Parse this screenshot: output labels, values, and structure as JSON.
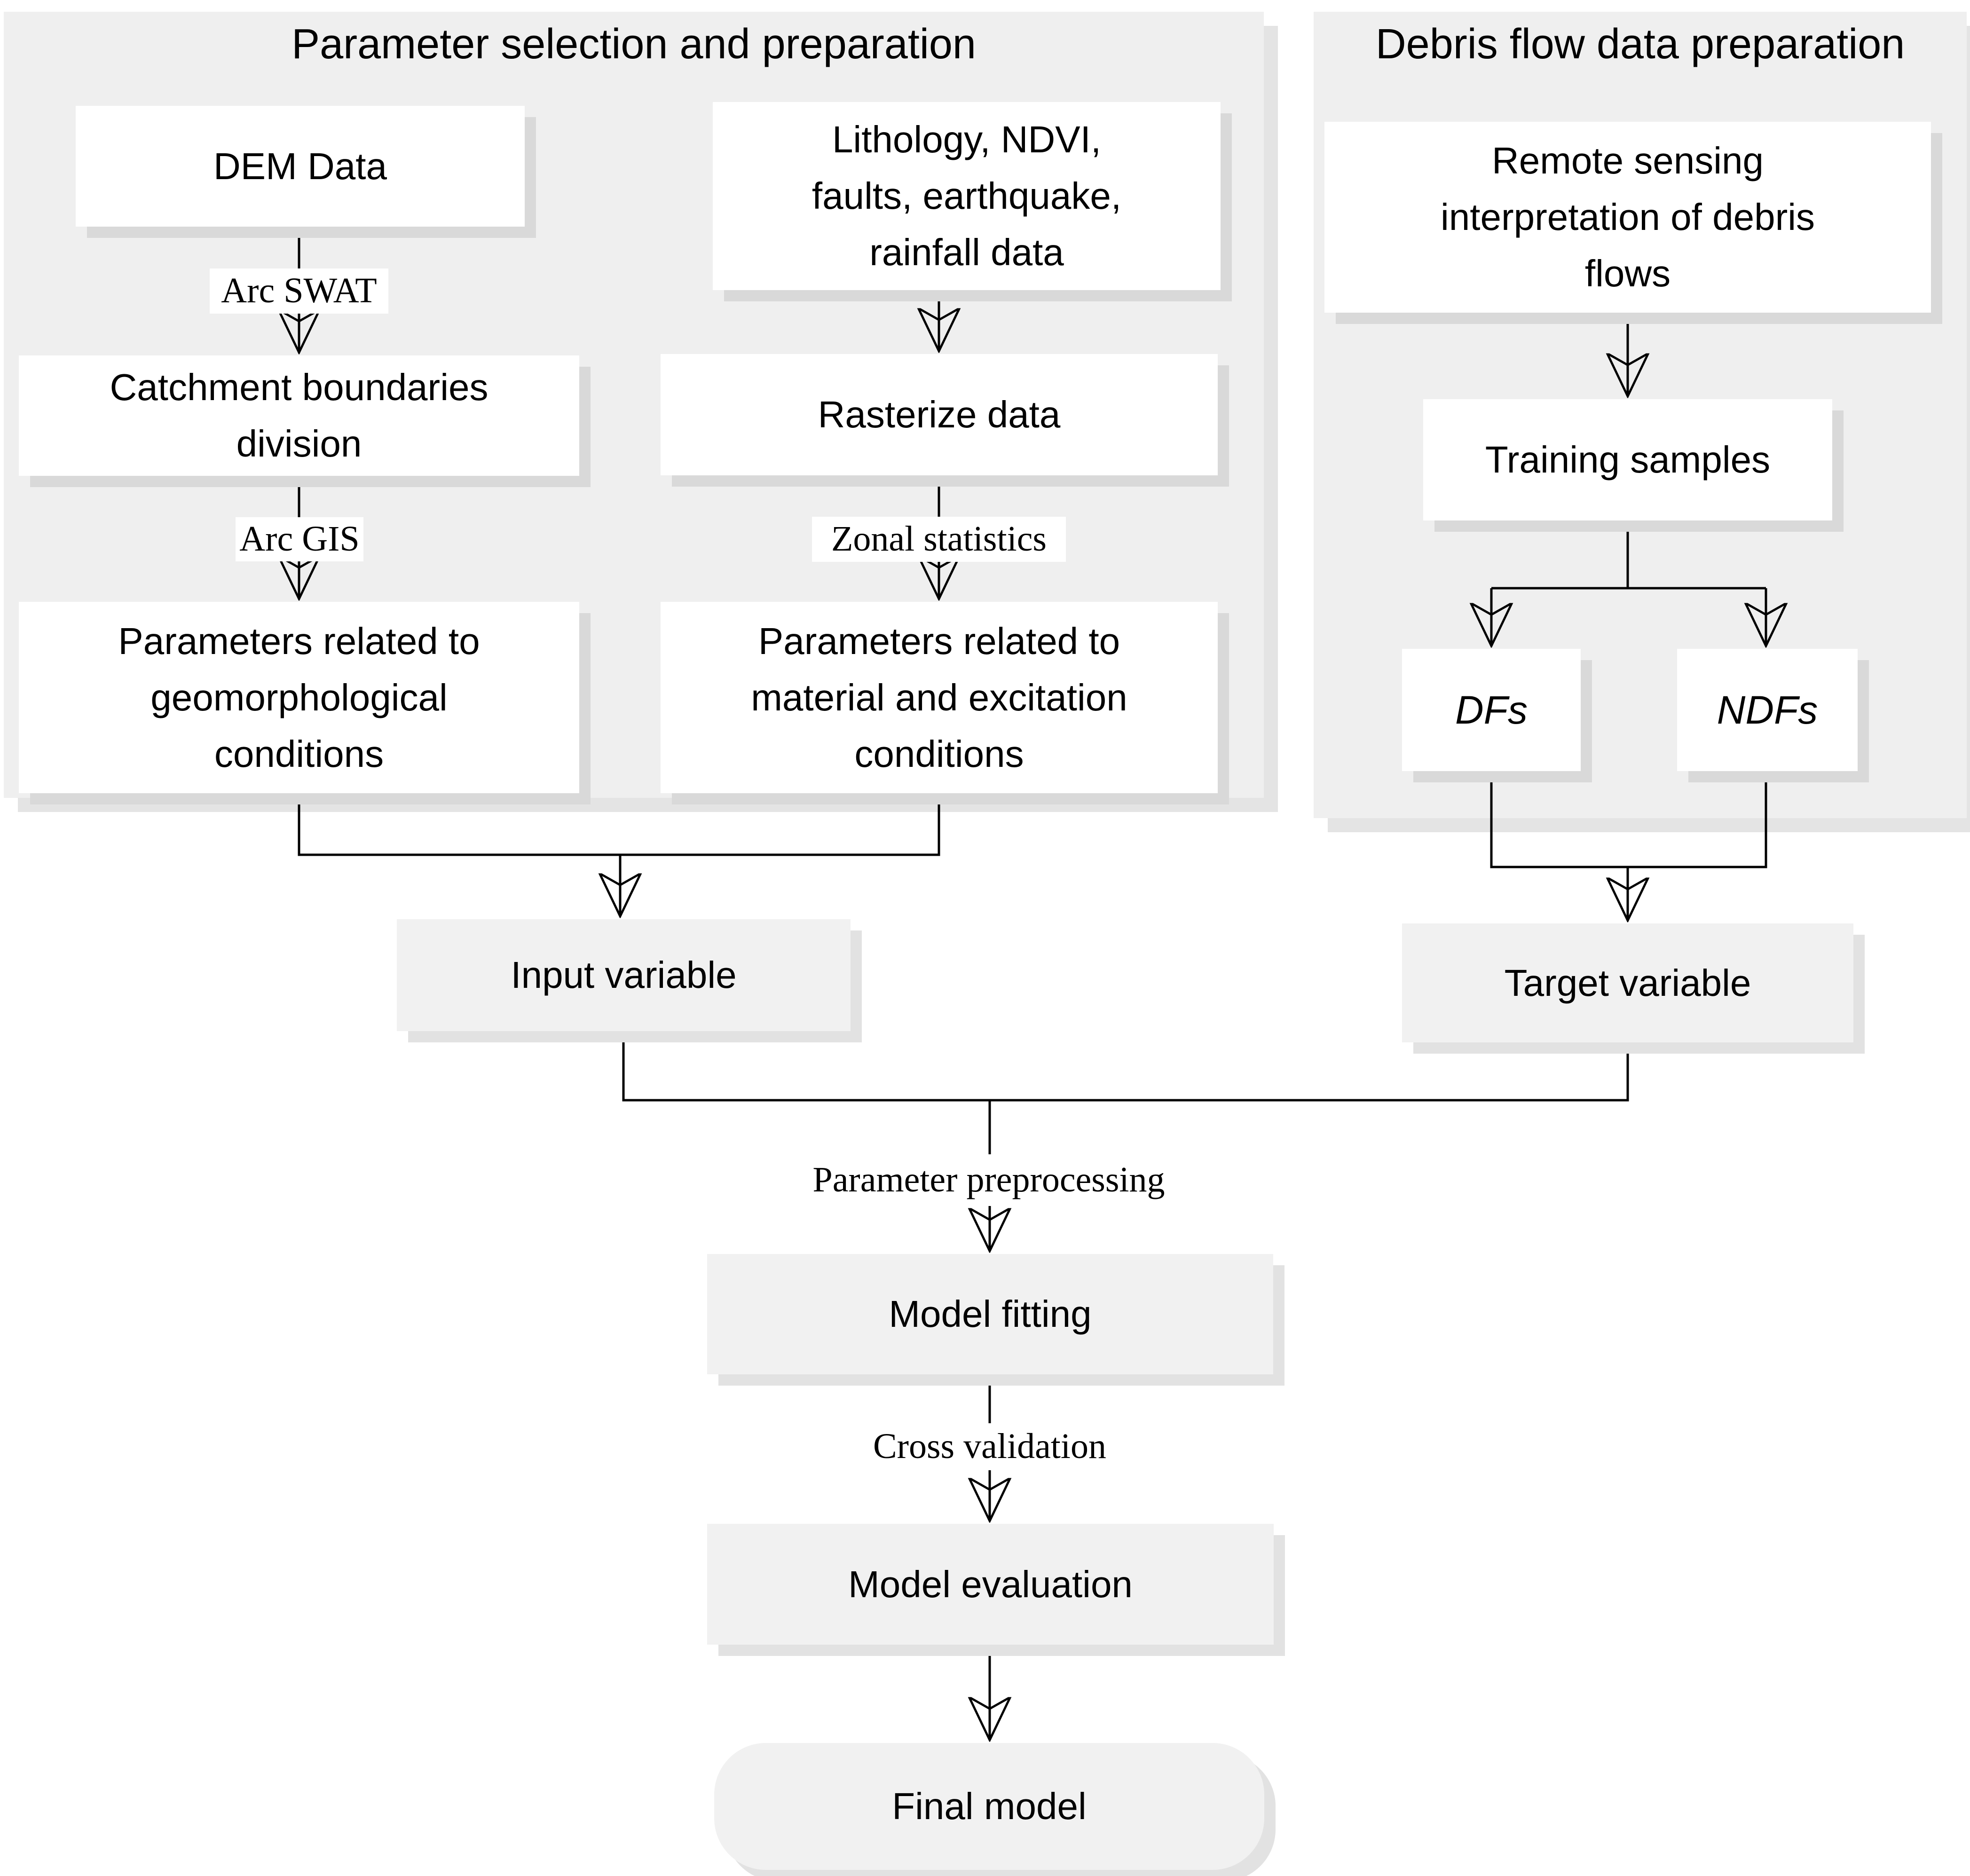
{
  "colors": {
    "page_bg": "#ffffff",
    "panel_bg": "#efefef",
    "node_white_bg": "#ffffff",
    "node_gray_bg": "#f1f1f1",
    "line_color": "#000000",
    "shadow_color": "#d9d9d9"
  },
  "left_panel": {
    "title": "Parameter selection and preparation",
    "nodes": {
      "dem": "DEM Data",
      "lithology": "Lithology, NDVI,\nfaults, earthquake,\nrainfall data",
      "catchment": "Catchment boundaries\ndivision",
      "rasterize": "Rasterize data",
      "params_geo": "Parameters related to\ngeomorphological\nconditions",
      "params_mat": "Parameters related to\nmaterial and excitation\nconditions"
    },
    "edge_labels": {
      "arc_swat": "Arc SWAT",
      "arc_gis": "Arc GIS",
      "zonal_statistics": "Zonal statistics"
    }
  },
  "right_panel": {
    "title": "Debris flow data preparation",
    "nodes": {
      "remote_sensing": "Remote sensing\ninterpretation of debris\nflows",
      "training_samples": "Training samples",
      "dfs": "DFs",
      "ndfs": "NDFs"
    }
  },
  "flow": {
    "nodes": {
      "input_variable": "Input variable",
      "target_variable": "Target variable",
      "model_fitting": "Model fitting",
      "model_evaluation": "Model evaluation",
      "final_model": "Final model"
    },
    "edge_labels": {
      "parameter_preprocessing": "Parameter preprocessing",
      "cross_validation": "Cross validation"
    }
  }
}
